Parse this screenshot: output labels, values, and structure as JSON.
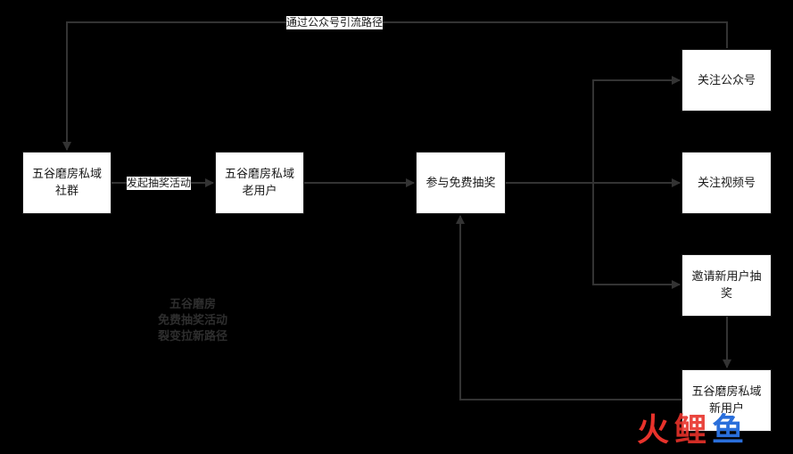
{
  "colors": {
    "background": "#000000",
    "node_fill": "#ffffff",
    "line": "#333333",
    "text": "#1a1a1a"
  },
  "nodes": {
    "community": "五谷磨房私域社群",
    "old_users": "五谷磨房私域老用户",
    "lottery": "参与免费抽奖",
    "follow_official": "关注公众号",
    "follow_video": "关注视频号",
    "invite": "邀请新用户抽奖",
    "new_users": "五谷磨房私域新用户"
  },
  "edge_labels": {
    "start_lottery": "发起抽奖活动",
    "official_path": "通过公众号引流路径"
  },
  "note": {
    "line1": "五谷磨房",
    "line2": "免费抽奖活动",
    "line3": "裂变拉新路径"
  },
  "watermark": {
    "char1": "火",
    "char2": "鲤",
    "char3": "鱼"
  }
}
